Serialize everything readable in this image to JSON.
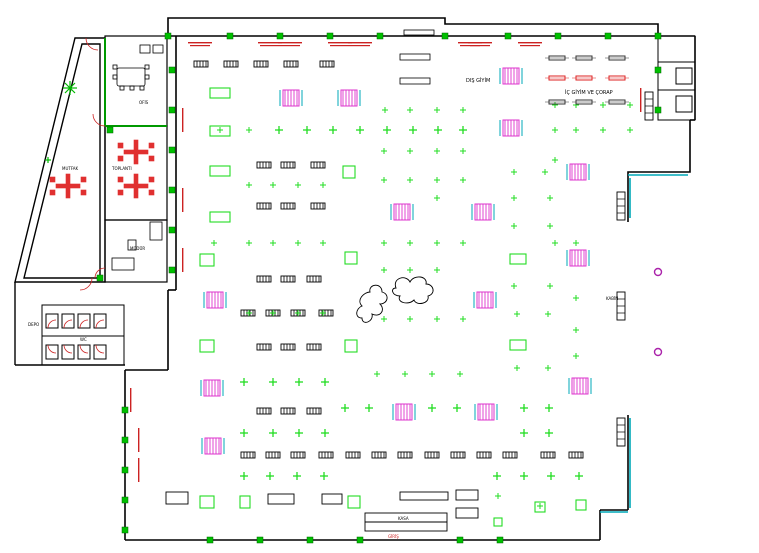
{
  "labels": {
    "zone_top_right": "İÇ GİYİM VE ÇORAP",
    "zone_top_center": "DIŞ GİYİM",
    "room_office": "OFİS",
    "room_meeting": "TOPLANTI",
    "room_manager": "MÜDÜR",
    "room_kitchen": "MUTFAK",
    "room_stock": "DEPO",
    "room_wc": "WC",
    "entrance": "GİRİŞ",
    "cashier": "KASA",
    "fitting": "KABİN"
  },
  "colors": {
    "wall": "#000000",
    "column": "#00c000",
    "fixture_green": "#22dd22",
    "gondola": "#111111",
    "display_magenta": "#dd33cc",
    "office_red": "#e03030",
    "window_cyan": "#00a8b8",
    "annotation_red": "#cc2222",
    "landscape": "#009900"
  }
}
